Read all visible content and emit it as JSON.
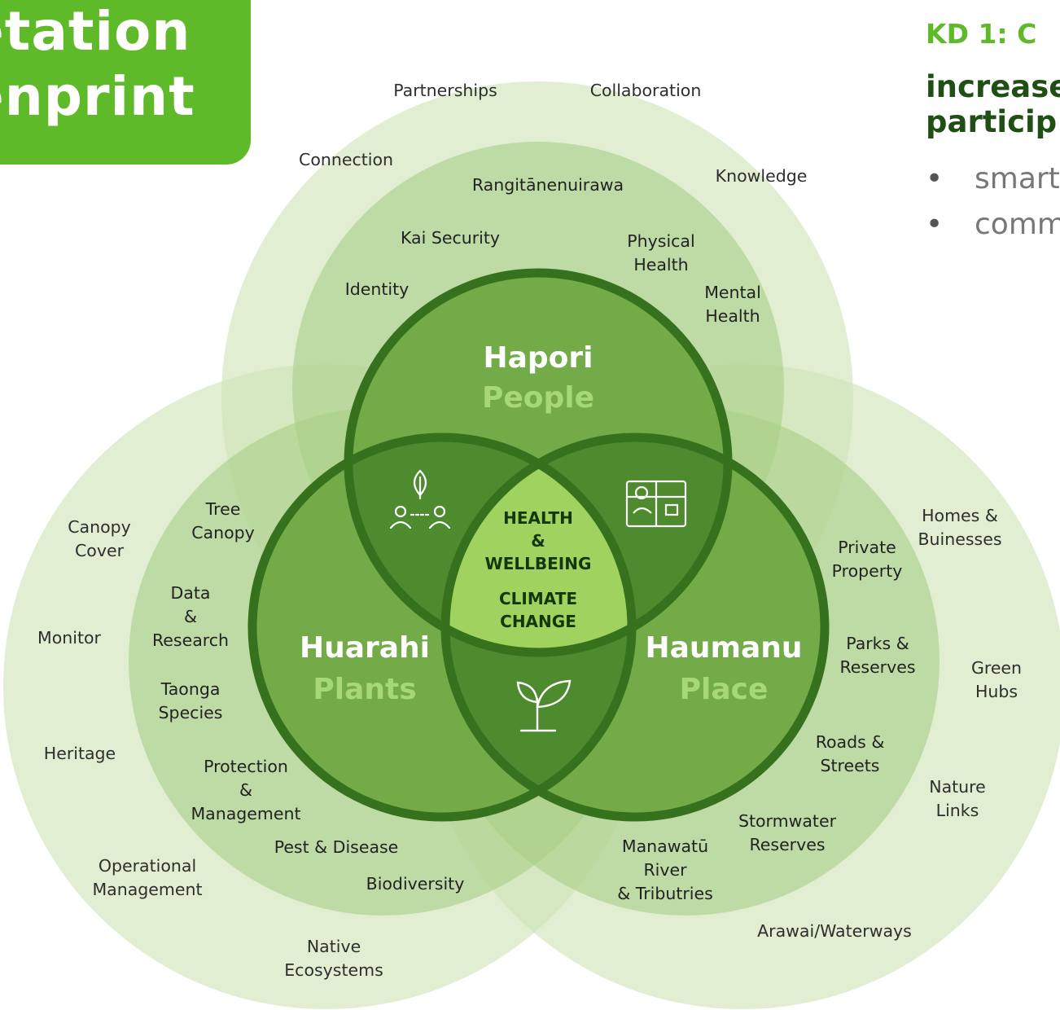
{
  "title": {
    "line1": "etation",
    "line2": "enprint"
  },
  "kd": {
    "heading": "KD 1:  C",
    "sub1": "increase",
    "sub2": "particip",
    "bullets": [
      "smart",
      "comm"
    ]
  },
  "hubs": {
    "people": {
      "maori": "Hapori",
      "english": "People"
    },
    "plants": {
      "maori": "Huarahi",
      "english": "Plants"
    },
    "place": {
      "maori": "Haumanu",
      "english": "Place"
    }
  },
  "center": {
    "line1": "HEALTH",
    "line2": "&",
    "line3": "WELLBEING",
    "line4": "CLIMATE",
    "line5": "CHANGE"
  },
  "icons": [
    "people-leaf-icon",
    "planning-map-icon",
    "seedling-icon"
  ],
  "labels": {
    "partnerships": "Partnerships",
    "collaboration": "Collaboration",
    "connection": "Connection",
    "knowledge": "Knowledge",
    "rangitane": "Rangitānenuirawa",
    "kai": "Kai Security",
    "physical": [
      "Physical",
      "Health"
    ],
    "identity": "Identity",
    "mental": [
      "Mental",
      "Health"
    ],
    "canopy_cover": [
      "Canopy",
      "Cover"
    ],
    "tree_canopy": [
      "Tree",
      "Canopy"
    ],
    "data": [
      "Data",
      "&",
      "Research"
    ],
    "monitor": "Monitor",
    "taonga": [
      "Taonga",
      "Species"
    ],
    "heritage": "Heritage",
    "protection": [
      "Protection",
      "&",
      "Management"
    ],
    "pest": "Pest & Disease",
    "operational": [
      "Operational",
      "Management"
    ],
    "biodiversity": "Biodiversity",
    "native": [
      "Native",
      "Ecosystems"
    ],
    "homes": [
      "Homes &",
      "Buinesses"
    ],
    "private": [
      "Private",
      "Property"
    ],
    "parks": [
      "Parks &",
      "Reserves"
    ],
    "green": [
      "Green",
      "Hubs"
    ],
    "roads": [
      "Roads &",
      "Streets"
    ],
    "nature": [
      "Nature",
      "Links"
    ],
    "stormwater": [
      "Stormwater",
      "Reserves"
    ],
    "manawatu": [
      "Manawatū",
      "River",
      "& Tributries"
    ],
    "arawai": "Arawai/Waterways"
  },
  "colors": {
    "outer": "#dbe9cb",
    "middle": "#bad89c",
    "inner": "#74ad48",
    "inner_stroke": "#3c7a22",
    "overlap": "#4f8a2f",
    "center": "#9fd25f",
    "brand": "#5fba2a"
  }
}
